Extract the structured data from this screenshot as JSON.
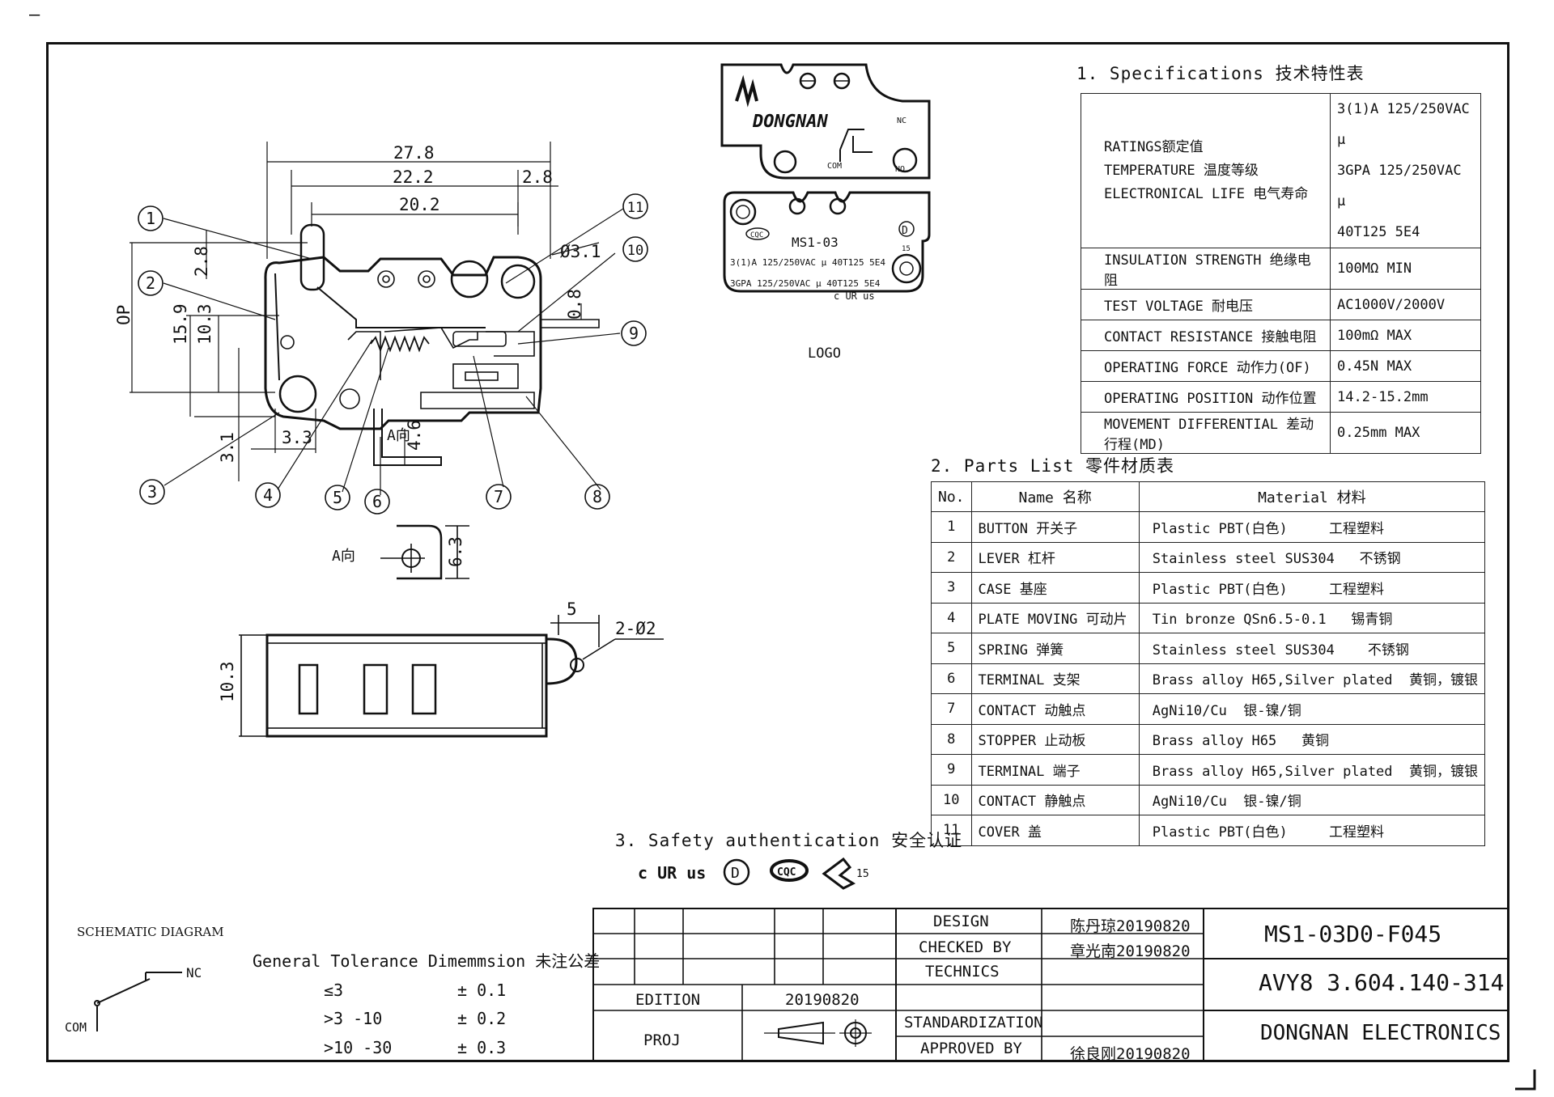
{
  "drawing": {
    "dimensions": {
      "d27_8": "27.8",
      "d22_2": "22.2",
      "d20_2": "20.2",
      "d2_8top": "2.8",
      "phi3_1": "Ø3.1",
      "d2_8left": "2.8",
      "d15_9": "15.9",
      "d10_3": "10.3",
      "dOP": "OP",
      "d0_8": "0.8",
      "d3_3": "3.3",
      "d3_1": "3.1",
      "d4_6": "4.6",
      "a_dir": "A向",
      "d6_3": "6.3",
      "d5": "5",
      "d2phi2": "2-Ø2",
      "d10_3b": "10.3"
    },
    "balloons": [
      "1",
      "2",
      "3",
      "4",
      "5",
      "6",
      "7",
      "8",
      "9",
      "10",
      "11"
    ],
    "view_a_label": "A向"
  },
  "logo": {
    "brand": "DONGNAN",
    "nc": "NC",
    "com": "COM",
    "no": "NO",
    "model": "MS1-03",
    "cqc": "CQC",
    "line1": "3(1)A 125/250VAC μ  40T125 5E4",
    "line2": "3GPA 125/250VAC μ  40T125 5E4",
    "d_mark": "D",
    "enec": "15",
    "ul": "c UR us",
    "caption": "LOGO"
  },
  "specifications": {
    "title": "1. Specifications  技术特性表",
    "rows": [
      {
        "name": "RATINGS额定值\nTEMPERATURE 温度等级\nELECTRONICAL LIFE 电气寿命",
        "value": "3(1)A 125/250VAC μ\n3GPA 125/250VAC μ\n40T125 5E4"
      },
      {
        "name": "INSULATION STRENGTH 绝缘电阻",
        "value": "100MΩ MIN"
      },
      {
        "name": "TEST VOLTAGE 耐电压",
        "value": "AC1000V/2000V"
      },
      {
        "name": "CONTACT RESISTANCE 接触电阻",
        "value": "100mΩ MAX"
      },
      {
        "name": "OPERATING FORCE 动作力(OF)",
        "value": "0.45N MAX"
      },
      {
        "name": "OPERATING POSITION 动作位置",
        "value": "14.2-15.2mm"
      },
      {
        "name": "MOVEMENT DIFFERENTIAL 差动行程(MD)",
        "value": "0.25mm MAX"
      }
    ]
  },
  "parts": {
    "title": "2. Parts List  零件材质表",
    "headers": [
      "No.",
      "Name 名称",
      "Material 材料"
    ],
    "rows": [
      [
        "1",
        "BUTTON 开关子",
        "Plastic PBT(白色)     工程塑料"
      ],
      [
        "2",
        "LEVER 杠杆",
        "Stainless steel SUS304   不锈钢"
      ],
      [
        "3",
        "CASE 基座",
        "Plastic PBT(白色)     工程塑料"
      ],
      [
        "4",
        "PLATE MOVING 可动片",
        "Tin bronze QSn6.5-0.1   锡青铜"
      ],
      [
        "5",
        "SPRING 弹簧",
        "Stainless steel SUS304    不锈钢"
      ],
      [
        "6",
        "TERMINAL  支架",
        "Brass alloy H65,Silver plated  黄铜，镀银"
      ],
      [
        "7",
        "CONTACT 动触点",
        "AgNi10/Cu  银-镍/铜"
      ],
      [
        "8",
        "STOPPER 止动板",
        "Brass alloy H65   黄铜"
      ],
      [
        "9",
        "TERMINAL  端子",
        "Brass alloy H65,Silver plated  黄铜，镀银"
      ],
      [
        "10",
        "CONTACT  静触点",
        "AgNi10/Cu  银-镍/铜"
      ],
      [
        "11",
        "COVER 盖",
        "Plastic PBT(白色)     工程塑料"
      ]
    ]
  },
  "safety": {
    "title": "3. Safety authentication  安全认证",
    "marks": [
      "c UR us",
      "D",
      "CQC",
      "15"
    ]
  },
  "schematic": {
    "title": "SCHEMATIC DIAGRAM",
    "nc": "NC",
    "com": "COM"
  },
  "tolerance": {
    "title": "General Tolerance Dimemmsion 未注公差",
    "rows": [
      {
        "range": "≤3",
        "tol": "± 0.1"
      },
      {
        "range": ">3 -10",
        "tol": "± 0.2"
      },
      {
        "range": ">10 -30",
        "tol": "± 0.3"
      }
    ]
  },
  "titleblock": {
    "design_label": "DESIGN",
    "design_val": "陈丹琼20190820",
    "checked_label": "CHECKED BY",
    "checked_val": "章光南20190820",
    "technics_label": "TECHNICS",
    "edition_label": "EDITION",
    "edition_val": "20190820",
    "proj_label": "PROJ",
    "std_label": "STANDARDIZATION",
    "approved_label": "APPROVED BY",
    "approved_val": "徐良刚20190820",
    "part_no": "MS1-03D0-F045",
    "doc_no": "AVY8 3.604.140-314",
    "company": "DONGNAN ELECTRONICS"
  },
  "misc": {
    "dash": "–"
  }
}
